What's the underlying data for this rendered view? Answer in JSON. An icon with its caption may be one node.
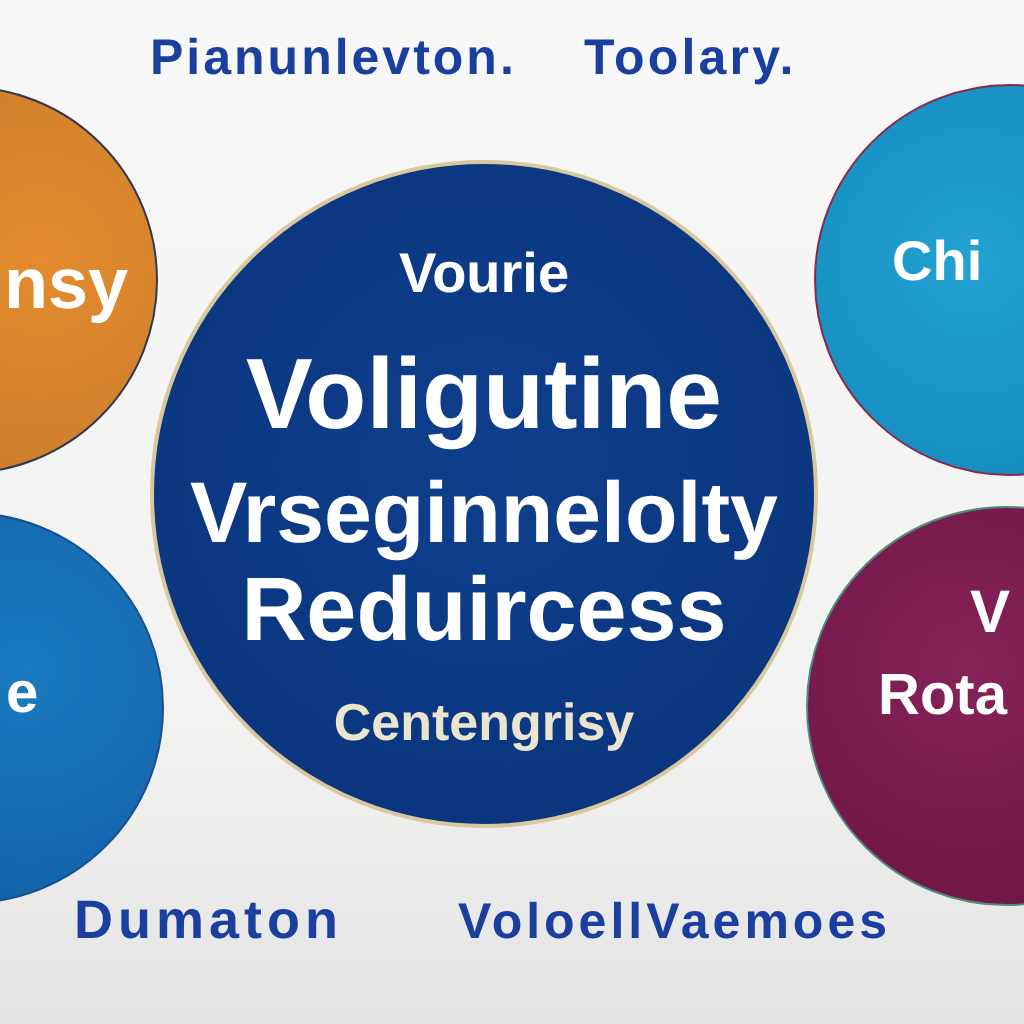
{
  "diagram": {
    "nodes": [
      {
        "text": [
          "nsy"
        ]
      },
      {
        "text": [
          "Vourie",
          "Voligutine",
          "Vrseginnelolty",
          "Reduircess",
          "Centengrisy"
        ]
      },
      {
        "text": [
          "Chi"
        ]
      },
      {
        "text": [
          "e"
        ]
      },
      {
        "text": [
          "V",
          "Rota"
        ]
      }
    ],
    "labels": [
      "Pianunlevton.",
      "Toolary.",
      "Dumaton",
      "VoloellVaemoes"
    ]
  }
}
